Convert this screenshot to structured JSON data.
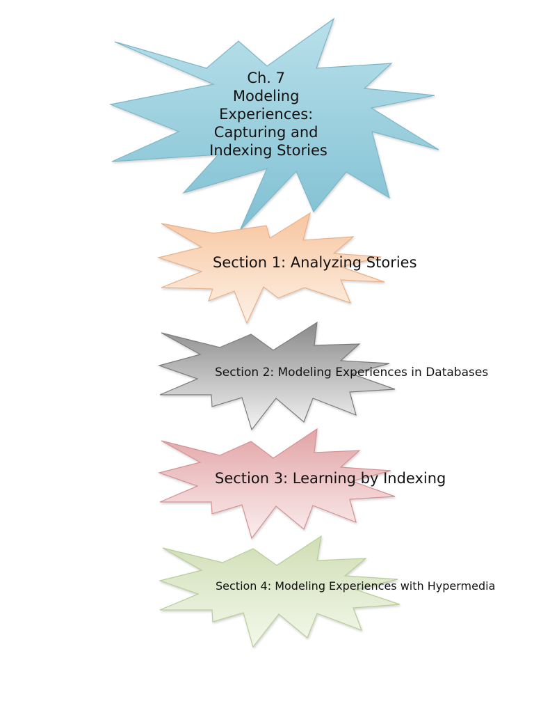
{
  "title_burst": {
    "lines": [
      "Ch. 7",
      "Modeling",
      "Experiences:",
      "Capturing and",
      "Indexing Stories"
    ],
    "color_top": "#b9e0ea",
    "color_bottom": "#7fc0d2",
    "stroke": "#7ab6c8"
  },
  "sections": [
    {
      "label": "Section 1: Analyzing Stories",
      "color_top": "#f7c6a0",
      "color_bottom": "#fdf1e6",
      "stroke": "#e8b088"
    },
    {
      "label": "Section 2: Modeling Experiences in Databases",
      "color_top": "#8a8a8a",
      "color_bottom": "#f4f4f4",
      "stroke": "#7a7a7a"
    },
    {
      "label": "Section 3: Learning by Indexing",
      "color_top": "#e2a4a6",
      "color_bottom": "#fbeeee",
      "stroke": "#d49092"
    },
    {
      "label": "Section 4: Modeling Experiences with Hypermedia",
      "color_top": "#cfdeb4",
      "color_bottom": "#f4f8ec",
      "stroke": "#b8cc98"
    }
  ]
}
